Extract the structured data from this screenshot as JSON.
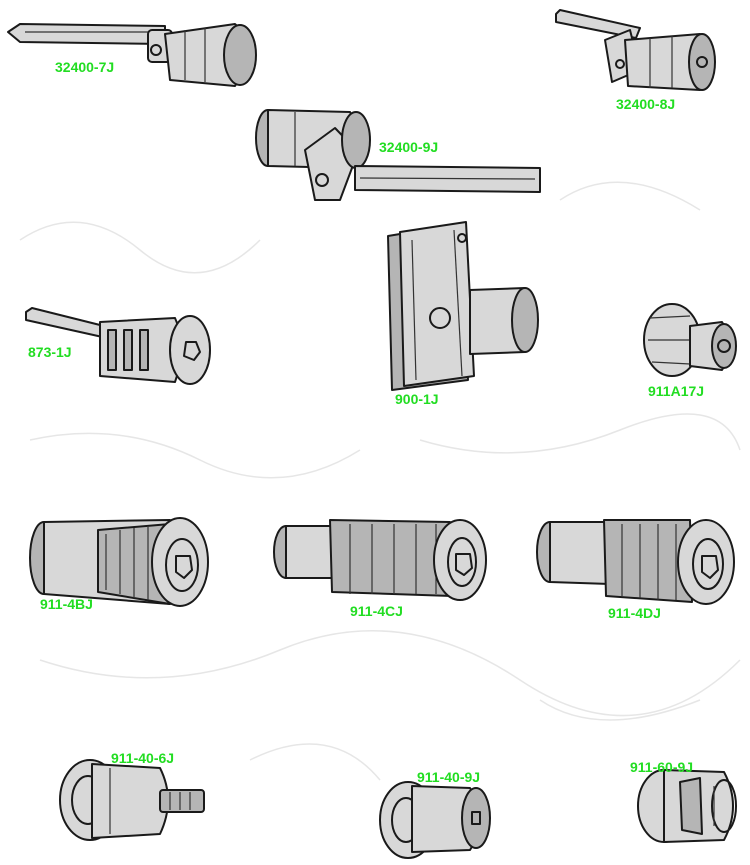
{
  "label_color": "#22dd22",
  "parts": [
    {
      "label": "32400-7J"
    },
    {
      "label": "32400-8J"
    },
    {
      "label": "32400-9J"
    },
    {
      "label": "873-1J"
    },
    {
      "label": "900-1J"
    },
    {
      "label": "911A17J"
    },
    {
      "label": "911-4BJ"
    },
    {
      "label": "911-4CJ"
    },
    {
      "label": "911-4DJ"
    },
    {
      "label": "911-40-6J"
    },
    {
      "label": "911-40-9J"
    },
    {
      "label": "911-60-9J"
    }
  ]
}
